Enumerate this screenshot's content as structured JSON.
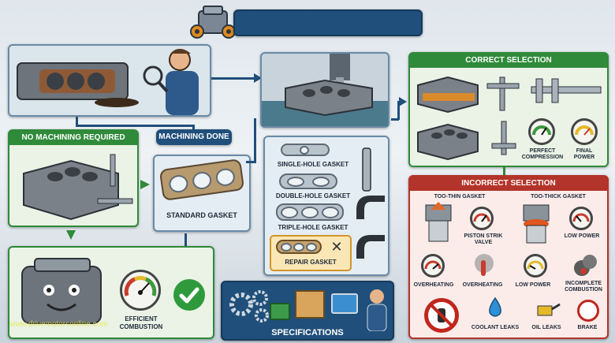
{
  "header": {
    "title": ""
  },
  "left": {
    "no_machining": "NO MACHINING REQUIRED",
    "machining_done": "MACHINING DONE",
    "standard_gasket": "STANDARD GASKET",
    "efficient": "EFFICIENT",
    "combustion": "COMBUSTION"
  },
  "middle": {
    "single": "SINGLE-HOLE GASKET",
    "double": "DOUBLE-HOLE GASKET",
    "triple": "TRIPLE-HOLE GASKET",
    "repair": "REPAIR GASKET",
    "specifications": "SPECIFICATIONS"
  },
  "right": {
    "correct": "CORRECT SELECTION",
    "perfect": "PERFECT",
    "compression": "COMPRESSION",
    "final": "FINAL",
    "power": "POWER",
    "incorrect": "INCORRECT SELECTION",
    "too_thin": "TOO-THIN GASKET",
    "too_thick": "TOO-THICK GASKET",
    "piston_strik": "PISTON STRIK",
    "valve": "VALVE",
    "low_power_1": "LOW POWER",
    "overheating_1": "OVERHEATING",
    "overheating_2": "OVERHEATING",
    "low_power_2": "LOW POWER",
    "incomplete": "INCOMPLETE",
    "incomplete_comb": "COMBUSTION",
    "coolant": "COOLANT LEAKS",
    "oil": "OIL LEAKS",
    "brake": "BRAKE"
  },
  "watermark": "www.drivemotorsonline.com",
  "colors": {
    "green": "#2f8a3a",
    "blue": "#1f4f7a",
    "red": "#b3342a",
    "bg": "#eef2f5"
  }
}
